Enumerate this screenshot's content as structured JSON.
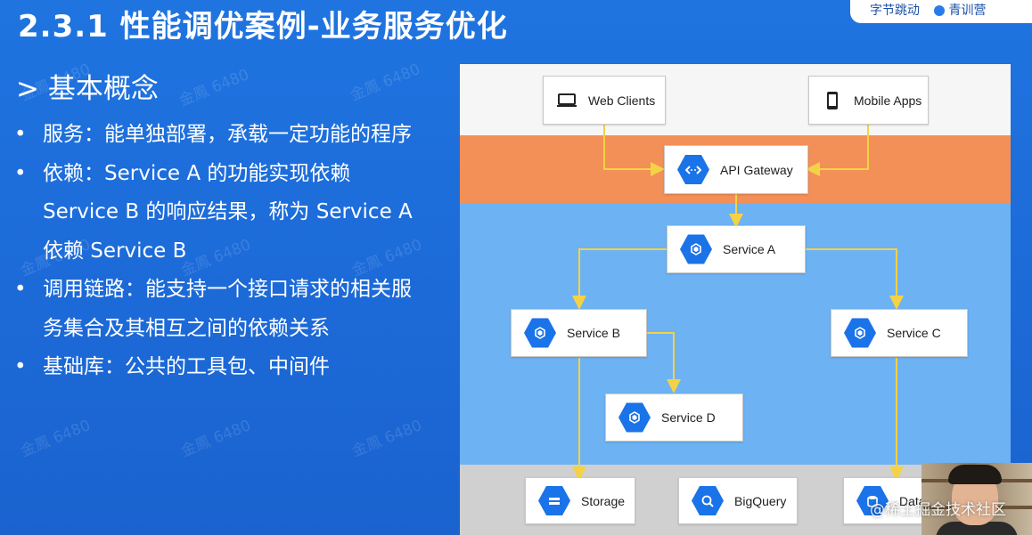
{
  "slide": {
    "title": "2.3.1 性能调优案例-业务服务优化",
    "brand_left": "字节跳动",
    "brand_right": "青训营",
    "section_heading": "> 基本概念",
    "bullets": [
      {
        "lines": [
          "服务：能单独部署，承载一定功能的程序"
        ]
      },
      {
        "lines": [
          "依赖：Service A 的功能实现依赖",
          "Service B 的响应结果，称为 Service A",
          "依赖 Service B"
        ]
      },
      {
        "lines": [
          "调用链路：能支持一个接口请求的相关服",
          "务集合及其相互之间的依赖关系"
        ]
      },
      {
        "lines": [
          "基础库：公共的工具包、中间件"
        ]
      }
    ],
    "bullet_marker": "•",
    "watermark": "金鳳 6480"
  },
  "diagram": {
    "nodes": {
      "web_clients": "Web Clients",
      "mobile_apps": "Mobile Apps",
      "api_gateway": "API Gateway",
      "service_a": "Service A",
      "service_b": "Service B",
      "service_c": "Service C",
      "service_d": "Service D",
      "storage": "Storage",
      "bigquery": "BigQuery",
      "data": "Data"
    },
    "colors": {
      "frontend_band": "#f6f6f6",
      "gateway_band": "#f39058",
      "service_band": "#6db2f3",
      "storage_band": "#d0d0d0",
      "arrow": "#f5d245",
      "icon_hex": "#1a73e8"
    }
  },
  "overlay": {
    "platform_watermark": "@稀土掘金技术社区"
  }
}
